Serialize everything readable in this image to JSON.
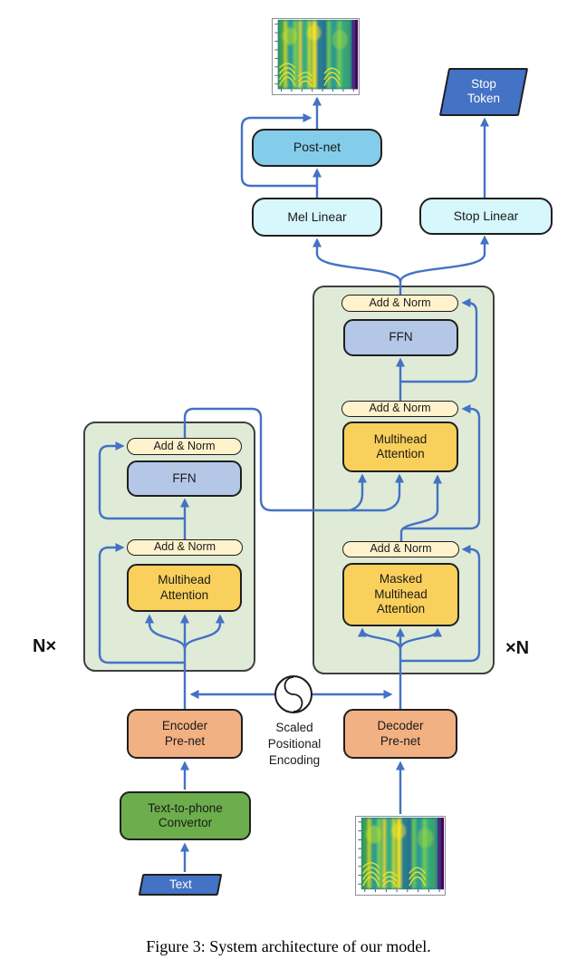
{
  "figure": {
    "caption": "Figure 3: System architecture of our model."
  },
  "labels": {
    "add_norm": "Add & Norm",
    "ffn": "FFN",
    "multihead_attention": "Multihead Attention",
    "masked_multihead_attention": "Masked Multihead Attention",
    "encoder_prenet": "Encoder Pre-net",
    "decoder_prenet": "Decoder Pre-net",
    "post_net": "Post-net",
    "mel_linear": "Mel Linear",
    "stop_linear": "Stop Linear",
    "stop_token": "Stop Token",
    "text_input": "Text",
    "text_to_phone_convertor": "Text-to-phone Convertor",
    "scaled_positional_encoding": "Scaled Positional Encoding",
    "encoder_repeat": "N×",
    "decoder_repeat": "×N"
  },
  "icons": {
    "positional_encoding": "sine-wave-circle-icon",
    "output_spectrogram": "mel-spectrogram-thumbnail",
    "input_spectrogram": "mel-spectrogram-thumbnail"
  },
  "colors": {
    "arrow": "#4472C4",
    "panel_bg": "#DFEBD7",
    "panel_border": "#404040",
    "box_border": "#1F1F1F",
    "add_norm_bg": "#FFF2CC",
    "ffn_bg": "#B4C7E7",
    "attention_bg": "#FAD05C",
    "prenet_bg": "#F2B183",
    "postnet_bg": "#84CDEA",
    "linear_bg": "#D6F7FB",
    "token_bg": "#4472C4",
    "token_text": "#FFFFFF",
    "converter_bg": "#6CAE4C",
    "text_color": "#1A1A1A"
  }
}
